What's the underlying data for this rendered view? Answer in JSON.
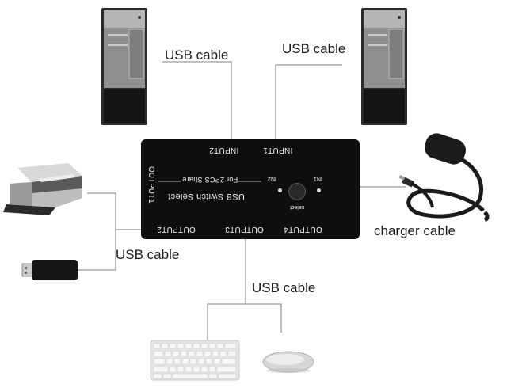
{
  "labels": {
    "usb_cable_left_top": "USB cable",
    "usb_cable_right_top": "USB cable",
    "usb_cable_left_bottom": "USB cable",
    "usb_cable_bottom": "USB cable",
    "charger_cable": "charger cable"
  },
  "switch_box": {
    "input1": "INPUT1",
    "input2": "INPUT2",
    "output1": "OUTPUT1",
    "output2": "OUTPUT2",
    "output3": "OUTPUT3",
    "output4": "OUTPUT4",
    "share_text": "For 2PCS Share",
    "title": "USB Switch Select",
    "in1": "IN1",
    "in2": "IN2",
    "select": "select"
  },
  "icons": {
    "left_pc": "desktop-tower-icon",
    "right_pc": "desktop-tower-icon",
    "printer": "printer-icon",
    "flash_drive": "usb-flash-drive-icon",
    "charger": "charger-cable-icon",
    "keyboard": "keyboard-icon",
    "mouse": "mouse-icon"
  }
}
